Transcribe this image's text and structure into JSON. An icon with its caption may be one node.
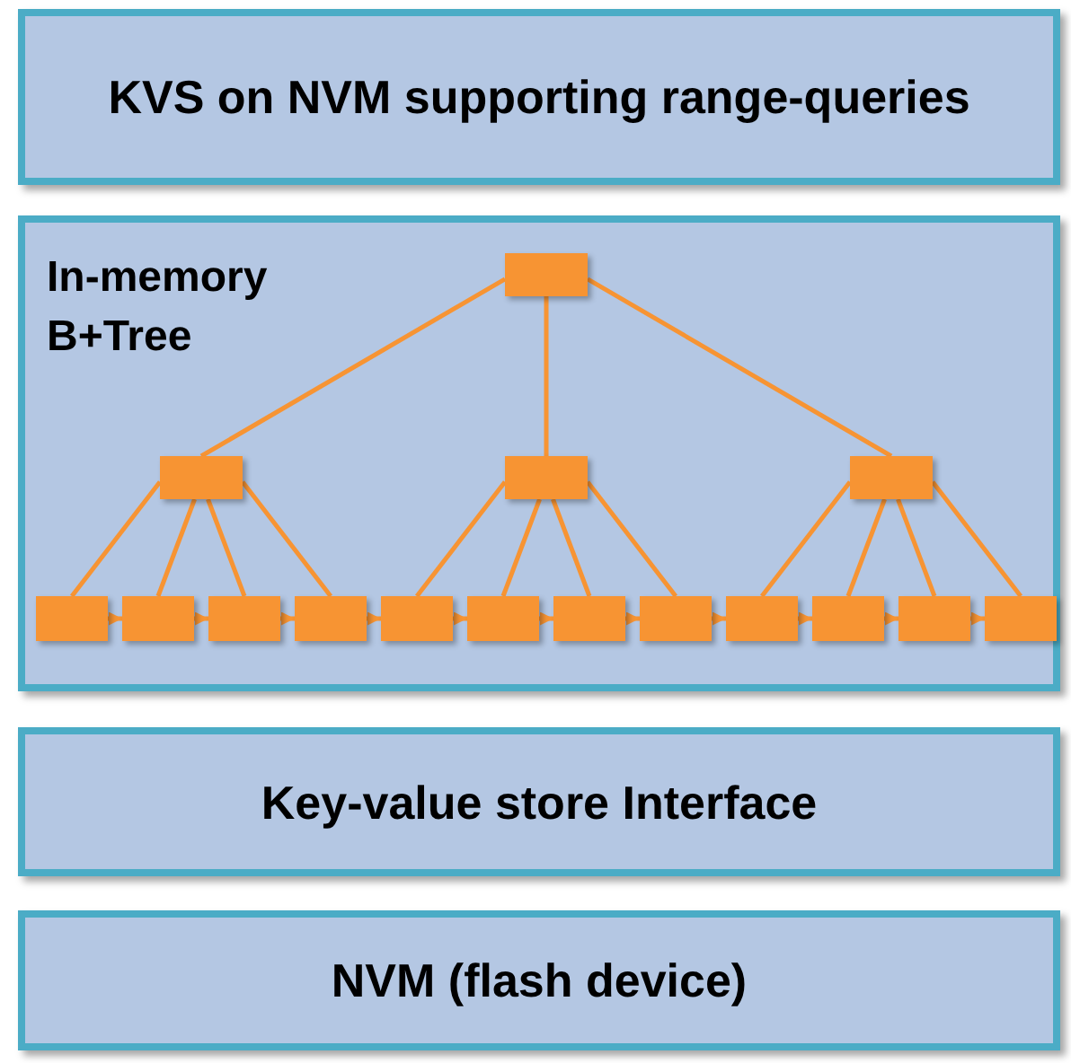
{
  "diagram": {
    "nodes": [
      {
        "text": [
          "KVS  on NVM supporting range-queries"
        ]
      },
      {
        "text": [
          "In-memory B+Tree"
        ]
      },
      {
        "text": [],
        "shape": "box",
        "in": 1
      },
      {
        "text": [],
        "shape": "box",
        "in": 1
      },
      {
        "text": [],
        "shape": "box",
        "in": 1
      },
      {
        "text": [],
        "shape": "box",
        "in": 1
      },
      {
        "text": [],
        "shape": "box",
        "in": 1
      },
      {
        "text": [],
        "shape": "box",
        "in": 1
      },
      {
        "text": [],
        "shape": "box",
        "in": 1
      },
      {
        "text": [],
        "shape": "box",
        "in": 1
      },
      {
        "text": [],
        "shape": "box",
        "in": 1
      },
      {
        "text": [],
        "shape": "box",
        "in": 1
      },
      {
        "text": [],
        "shape": "box",
        "in": 1
      },
      {
        "text": [],
        "shape": "box",
        "in": 1
      },
      {
        "text": [],
        "shape": "box",
        "in": 1
      },
      {
        "text": [],
        "shape": "box",
        "in": 1
      },
      {
        "text": [],
        "shape": "box",
        "in": 1
      },
      {
        "text": [],
        "shape": "box",
        "in": 1
      },
      {
        "text": [
          "Key-value store Interface"
        ]
      },
      {
        "text": [
          "NVM (flash device)"
        ]
      }
    ],
    "edges": [
      {
        "from": 2,
        "to": 3,
        "arrow": "none"
      },
      {
        "from": 2,
        "to": 4,
        "arrow": "none"
      },
      {
        "from": 2,
        "to": 5,
        "arrow": "none"
      },
      {
        "from": 3,
        "to": 6,
        "arrow": "none"
      },
      {
        "from": 3,
        "to": 7,
        "arrow": "none"
      },
      {
        "from": 3,
        "to": 8,
        "arrow": "none"
      },
      {
        "from": 3,
        "to": 9,
        "arrow": "none"
      },
      {
        "from": 4,
        "to": 10,
        "arrow": "none"
      },
      {
        "from": 4,
        "to": 11,
        "arrow": "none"
      },
      {
        "from": 4,
        "to": 12,
        "arrow": "none"
      },
      {
        "from": 4,
        "to": 13,
        "arrow": "none"
      },
      {
        "from": 5,
        "to": 14,
        "arrow": "none"
      },
      {
        "from": 5,
        "to": 15,
        "arrow": "none"
      },
      {
        "from": 5,
        "to": 16,
        "arrow": "none"
      },
      {
        "from": 5,
        "to": 17,
        "arrow": "none"
      },
      {
        "from": 6,
        "to": 7,
        "arrow": "to"
      },
      {
        "from": 7,
        "to": 8,
        "arrow": "to"
      },
      {
        "from": 8,
        "to": 9,
        "arrow": "to"
      },
      {
        "from": 9,
        "to": 10,
        "arrow": "to"
      },
      {
        "from": 10,
        "to": 11,
        "arrow": "to"
      },
      {
        "from": 11,
        "to": 12,
        "arrow": "to"
      },
      {
        "from": 12,
        "to": 13,
        "arrow": "to"
      },
      {
        "from": 13,
        "to": 14,
        "arrow": "to"
      },
      {
        "from": 14,
        "to": 15,
        "arrow": "to"
      },
      {
        "from": 15,
        "to": 16,
        "arrow": "to"
      },
      {
        "from": 16,
        "to": 17,
        "arrow": "to"
      }
    ]
  }
}
